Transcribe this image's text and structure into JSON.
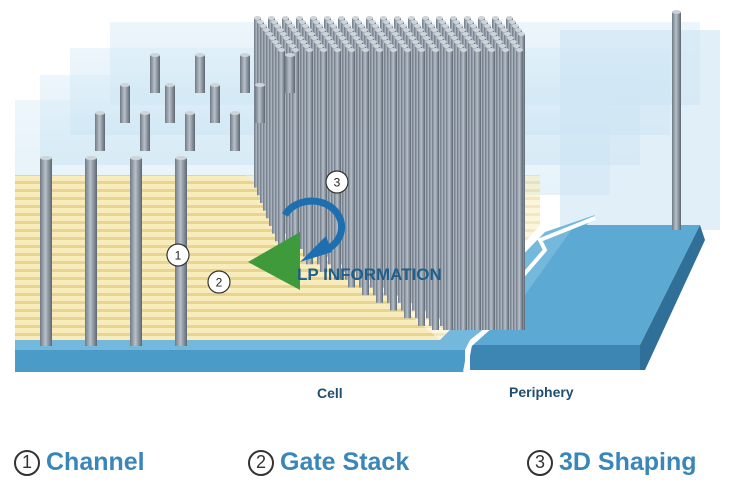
{
  "diagram": {
    "region_labels": {
      "cell": "Cell",
      "periphery": "Periphery"
    },
    "markers": [
      {
        "number": "1"
      },
      {
        "number": "2"
      },
      {
        "number": "3"
      }
    ],
    "watermark": "LP INFORMATION"
  },
  "legend": [
    {
      "number": "1",
      "label": "Channel"
    },
    {
      "number": "2",
      "label": "Gate Stack"
    },
    {
      "number": "3",
      "label": "3D Shaping"
    }
  ],
  "colors": {
    "substrate": "#5aa6d0",
    "substrate_dark": "#3d86b3",
    "glass": "#cfe6f3",
    "stack_light": "#f7e9b4",
    "stack_dark": "#e7d08c",
    "pillar": "#8c97a3",
    "legend_text": "#3a86b8"
  }
}
